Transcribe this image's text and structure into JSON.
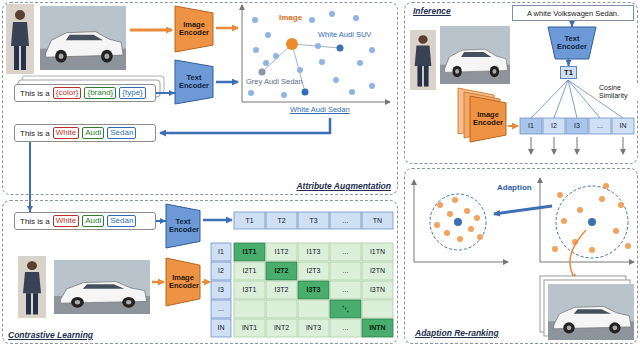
{
  "diagram": {
    "nodes": [
      {
        "text": [
          "Attribute Augmentation"
        ]
      },
      {
        "text": [
          "Image Encoder"
        ],
        "in": 0
      },
      {
        "text": [
          "Text Encoder"
        ],
        "in": 0
      },
      {
        "text": [
          "This is a",
          "{color}",
          "{brand}",
          "{type}"
        ],
        "in": 0
      },
      {
        "text": [
          "This is a",
          "White",
          "Audi",
          "Sedan"
        ],
        "in": 0
      },
      {
        "text": [
          "Contrastive Learning"
        ]
      },
      {
        "text": [
          "This is a",
          "White",
          "Audi",
          "Sedan"
        ],
        "in": 5
      },
      {
        "text": [
          "Text Encoder"
        ],
        "in": 5
      },
      {
        "text": [
          "Image Encoder"
        ],
        "in": 5
      },
      {
        "text": [
          "Inference"
        ]
      },
      {
        "text": [
          "A white Volkswagen Sedan."
        ],
        "in": 9
      },
      {
        "text": [
          "Text Encoder"
        ],
        "in": 9
      },
      {
        "text": [
          "T1"
        ],
        "in": 9
      },
      {
        "text": [
          "Image Encoder"
        ],
        "in": 9
      },
      {
        "text": [
          "Adaption Re-ranking"
        ]
      }
    ],
    "edges": [
      {
        "from": 3,
        "to": 2,
        "arrow": "to"
      },
      {
        "from": 4,
        "to": 6,
        "arrow": "to"
      },
      {
        "from": 6,
        "to": 7,
        "arrow": "to"
      },
      {
        "from": 10,
        "to": 11,
        "arrow": "to"
      },
      {
        "from": 11,
        "to": 12,
        "arrow": "to"
      }
    ],
    "labels": [
      "Image",
      "White Audi SUV",
      "Grey Audi Sedan",
      "White Audi Sedan",
      "T1",
      "T2",
      "T3",
      "...",
      "TN",
      "I1",
      "I2",
      "I3",
      "...",
      "IN",
      "I1T1",
      "I1T2",
      "I1T3",
      "...",
      "I1TN",
      "I2T1",
      "I2T2",
      "I2T3",
      "...",
      "I2TN",
      "I3T1",
      "I3T2",
      "I3T3",
      "...",
      "I3TN",
      "⋱",
      "INT1",
      "INT2",
      "INT3",
      "...",
      "INTN",
      "Cosine Similarity",
      "I1",
      "I2",
      "I3",
      "...",
      "IN",
      "Adaption"
    ]
  }
}
